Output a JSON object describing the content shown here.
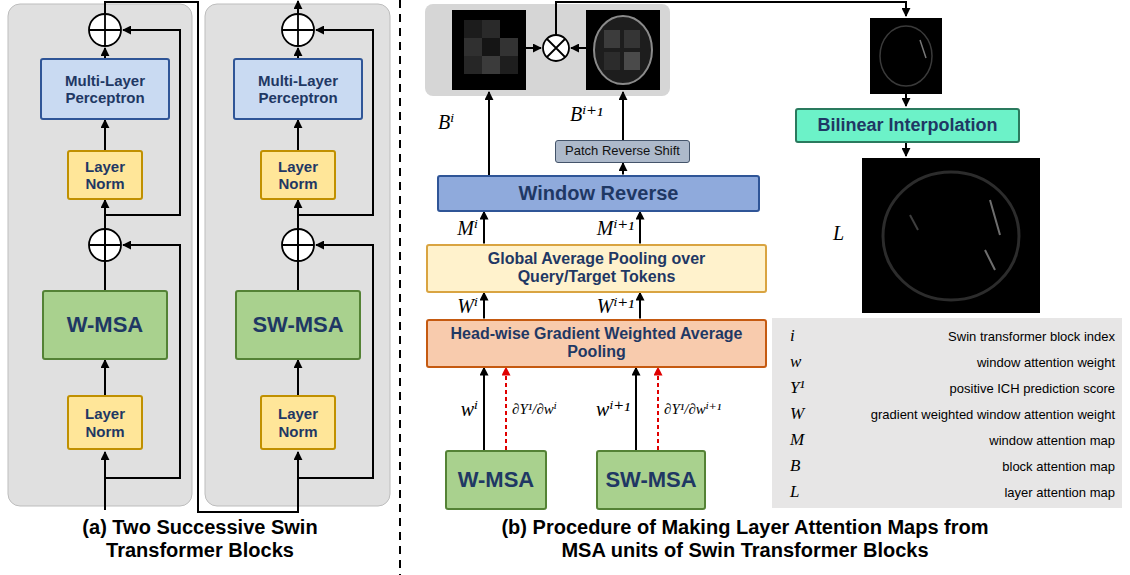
{
  "diagram": {
    "nodes": [
      {
        "text": [
          "Multi-Layer Perceptron"
        ]
      },
      {
        "text": [
          "Layer Norm"
        ]
      },
      {
        "text": [
          "W-MSA"
        ]
      },
      {
        "text": [
          "Layer Norm"
        ]
      },
      {
        "text": [
          "Multi-Layer Perceptron"
        ]
      },
      {
        "text": [
          "Layer Norm"
        ]
      },
      {
        "text": [
          "SW-MSA"
        ]
      },
      {
        "text": [
          "Layer Norm"
        ]
      },
      {
        "text": [
          "Patch Reverse Shift"
        ]
      },
      {
        "text": [
          "Window Reverse"
        ]
      },
      {
        "text": [
          "Global Average Pooling over Query/Target Tokens"
        ]
      },
      {
        "text": [
          "Head-wise Gradient Weighted Average Pooling"
        ]
      },
      {
        "text": [
          "W-MSA"
        ]
      },
      {
        "text": [
          "SW-MSA"
        ]
      },
      {
        "text": [
          "Bilinear Interpolation"
        ]
      }
    ],
    "edges": [
      {
        "from": 3,
        "to": 2,
        "arrow": "to"
      },
      {
        "from": 2,
        "to": 1,
        "arrow": "to"
      },
      {
        "from": 1,
        "to": 0,
        "arrow": "to"
      },
      {
        "from": 7,
        "to": 6,
        "arrow": "to"
      },
      {
        "from": 6,
        "to": 5,
        "arrow": "to"
      },
      {
        "from": 5,
        "to": 4,
        "arrow": "to"
      },
      {
        "from": 9,
        "to": 8,
        "arrow": "to"
      },
      {
        "from": 10,
        "to": 9,
        "label": "Mⁱ",
        "arrow": "to"
      },
      {
        "from": 10,
        "to": 9,
        "label": "Mⁱ⁺¹",
        "arrow": "to"
      },
      {
        "from": 11,
        "to": 10,
        "label": "Wⁱ",
        "arrow": "to"
      },
      {
        "from": 11,
        "to": 10,
        "label": "Wⁱ⁺¹",
        "arrow": "to"
      },
      {
        "from": 12,
        "to": 11,
        "label": "wⁱ",
        "arrow": "to"
      },
      {
        "from": 12,
        "to": 11,
        "label": "∂Y¹/∂wⁱ",
        "arrow": "to"
      },
      {
        "from": 13,
        "to": 11,
        "label": "wⁱ⁺¹",
        "arrow": "to"
      },
      {
        "from": 13,
        "to": 11,
        "label": "∂Y¹/∂wⁱ⁺¹",
        "arrow": "to"
      }
    ],
    "labels": [
      "Bⁱ",
      "Bⁱ⁺¹",
      "L",
      "i",
      "Swin transformer block index",
      "w",
      "window attention weight",
      "Y¹",
      "positive ICH prediction score",
      "W",
      "gradient weighted window attention weight",
      "M",
      "window attention map",
      "B",
      "block attention map",
      "L",
      "layer attention map",
      "(a) Two Successive Swin Transformer Blocks",
      "(b) Procedure of Making Layer Attention Maps from MSA units of Swin Transformer Blocks"
    ]
  }
}
